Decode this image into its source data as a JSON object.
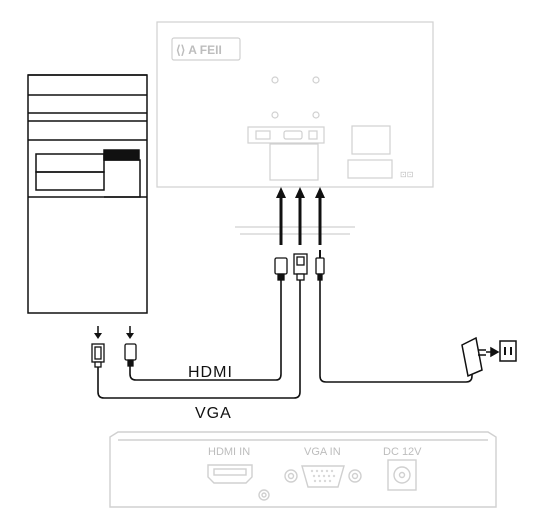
{
  "diagram": {
    "monitor_brand": "⟨⟩ A FEII",
    "monitor_corner_mark": "⊡⊡",
    "cable_labels": {
      "hdmi": "HDMI",
      "vga": "VGA"
    },
    "port_panel": {
      "hdmi_in": "HDMI  IN",
      "vga_in": "VGA  IN",
      "dc": "DC  12V"
    },
    "icons": {
      "pc": "desktop-tower-icon",
      "monitor": "monitor-back-icon",
      "adapter": "power-adapter-icon",
      "outlet": "wall-outlet-icon",
      "vga_plug": "vga-plug-icon",
      "hdmi_plug": "hdmi-plug-icon",
      "dc_plug": "dc-plug-icon",
      "arrow": "down-arrow-icon"
    },
    "colors": {
      "ink": "#111111",
      "faint": "#d0d0d0",
      "faint_text": "#bdbdbd"
    }
  }
}
